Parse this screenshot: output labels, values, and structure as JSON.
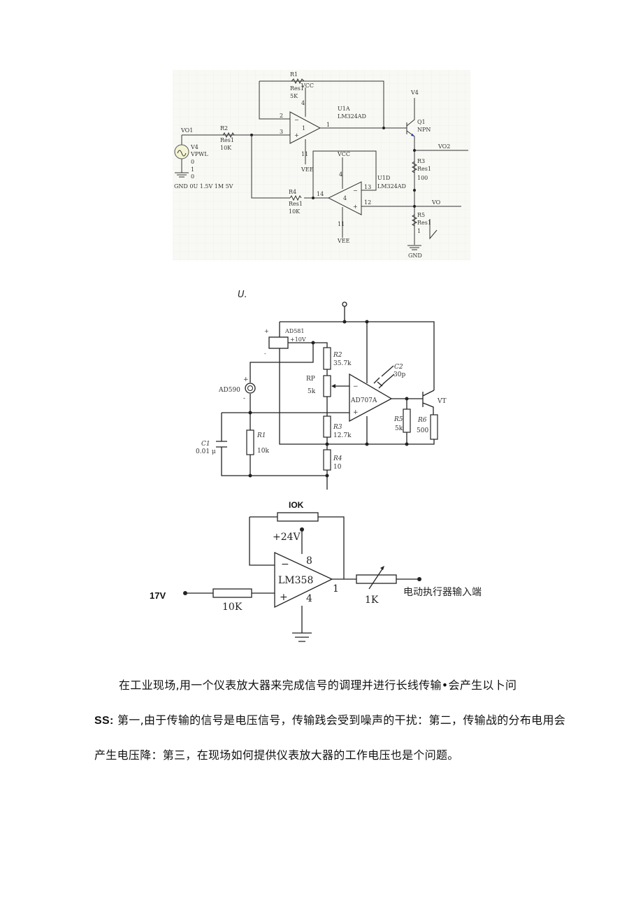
{
  "circuit1": {
    "r1": {
      "name": "R1",
      "type": "Res1",
      "value": "5K"
    },
    "r2": {
      "name": "R2",
      "type": "Res1",
      "value": "10K"
    },
    "r3": {
      "name": "R3",
      "type": "Res1",
      "value": "100"
    },
    "r4": {
      "name": "R4",
      "type": "Res1",
      "value": "10K"
    },
    "r5": {
      "name": "R5",
      "type": "Res1",
      "value": "1"
    },
    "u1a": {
      "name": "U1A",
      "part": "LM324AD",
      "unit": "1"
    },
    "u1d": {
      "name": "U1D",
      "part": "LM324AD",
      "unit": "4"
    },
    "pins": {
      "p2": "2",
      "p3": "3",
      "p1": "1",
      "p4a": "4",
      "p11a": "11",
      "p14": "14",
      "p13": "13",
      "p12": "12",
      "p4d": "4",
      "p11d": "11"
    },
    "q1": {
      "name": "Q1",
      "type": "NPN",
      "supply": "V4"
    },
    "source": {
      "name": "V4",
      "type": "VPWL",
      "l1": "0",
      "l2": "1",
      "l3": "0",
      "params": "GND 0U 1.5V 1M 5V"
    },
    "nets": {
      "vo1": "VO1",
      "vo2": "VO2",
      "vo": "VO",
      "vcc": "VCC",
      "vee": "VEE",
      "gnd": "GND"
    }
  },
  "circuit2": {
    "caption": "U.",
    "ref": {
      "name": "AD581",
      "out": "+10V",
      "plus": "+",
      "minus": "-"
    },
    "sensor": {
      "name": "AD590",
      "plus": "+",
      "minus": "-"
    },
    "r1": {
      "name": "R1",
      "value": "10k"
    },
    "r2": {
      "name": "R2",
      "value": "35.7k"
    },
    "rp": {
      "name": "RP",
      "value": "5k"
    },
    "r3": {
      "name": "R3",
      "value": "12.7k"
    },
    "r4": {
      "name": "R4",
      "value": "10"
    },
    "r5": {
      "name": "R5",
      "value": "5k"
    },
    "r6": {
      "name": "R6",
      "value": "500"
    },
    "c1": {
      "name": "C1",
      "value": "0.01 μ"
    },
    "c2": {
      "name": "C2",
      "value": "30p"
    },
    "opamp": {
      "name": "AD707A",
      "minus": "−",
      "plus": "+"
    },
    "transistor": "VT"
  },
  "circuit3": {
    "feedback_r": "IOK",
    "supply": "+24V",
    "opamp": "LM358",
    "pin_minus": "−",
    "pin_plus": "+",
    "pin8": "8",
    "pin4": "4",
    "pin1": "1",
    "input": "17V",
    "input_r": "10K",
    "output_r": "1K",
    "output_label": "电动执行器输入端"
  },
  "text": {
    "line1": "在工业现场,用一个仪表放大器来完成信号的调理并进行长线传输•会产生以卜问",
    "line2_prefix": "SS:",
    "line2": " 第一,由于传输的信号是电压信号，传输践会受到噪声的干扰：第二，传输战的分布电用会",
    "line3": "产生电压降：第三，在现场如何提供仪表放大器的工作电压也是个问题。"
  }
}
